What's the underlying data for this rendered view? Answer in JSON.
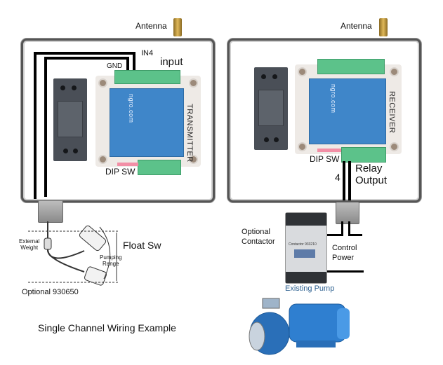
{
  "diagram": {
    "caption": "Single Channel Wiring Example",
    "transmitter_unit": {
      "antenna_label": "Antenna",
      "module_label": "TRANSMITTER",
      "brand_text": "ngro.com",
      "in4_label": "IN4",
      "input_label": "input",
      "gnd_label": "GND",
      "dip_label": "DIP SW"
    },
    "receiver_unit": {
      "antenna_label": "Antenna",
      "module_label": "RECEIVER",
      "brand_text": "ngro.com",
      "dip_label": "DIP SW",
      "channel_number": "4",
      "relay_label_line1": "Relay",
      "relay_label_line2": "Output"
    },
    "float_switch": {
      "title": "Float Sw",
      "external_weight_line1": "External",
      "external_weight_line2": "Weight",
      "pumping_range_line1": "Pumping",
      "pumping_range_line2": "Range",
      "part_label": "Optional 930650"
    },
    "contactor": {
      "label_line1": "Optional",
      "label_line2": "Contactor",
      "face_text": "Contactor 933210",
      "control_power_line1": "Control",
      "control_power_line2": "Power"
    },
    "pump": {
      "label": "Existing Pump",
      "label_color": "#2b5f8f"
    }
  }
}
